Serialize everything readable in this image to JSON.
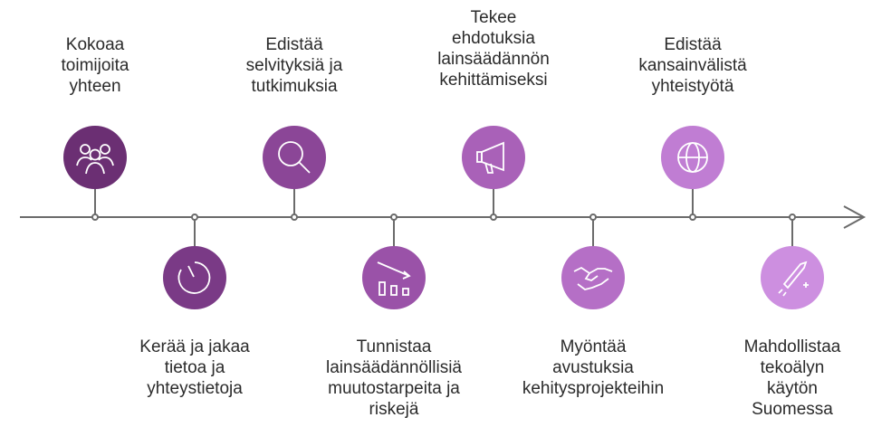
{
  "milestones": [
    {
      "label": "Kokoaa\ntoimijoita\nyhteen",
      "icon": "people-group-icon",
      "color": "#6b2f73"
    },
    {
      "label": "Kerää ja jakaa\ntietoa ja\nyhteystietoja",
      "icon": "pie-chart-icon",
      "color": "#7a3a86"
    },
    {
      "label": "Edistää\nselvityksiä ja\ntutkimuksia",
      "icon": "magnifier-icon",
      "color": "#8b4697"
    },
    {
      "label": "Tunnistaa\nlainsäädännöllisiä\nmuutostarpeita ja\nriskejä",
      "icon": "declining-chart-icon",
      "color": "#9a52a8"
    },
    {
      "label": "Tekee\nehdotuksia\nlainsäädännön\nkehittämiseksi",
      "icon": "megaphone-icon",
      "color": "#a961b8"
    },
    {
      "label": "Myöntää\navustuksia\nkehitysprojekteihin",
      "icon": "handshake-icon",
      "color": "#b56fc6"
    },
    {
      "label": "Edistää\nkansainvälistä\nyhteistyötä",
      "icon": "globe-icon",
      "color": "#c07dd3"
    },
    {
      "label": "Mahdollistaa\ntekoälyn\nkäytön\nSuomessa",
      "icon": "rocket-icon",
      "color": "#cd8fe0"
    }
  ]
}
